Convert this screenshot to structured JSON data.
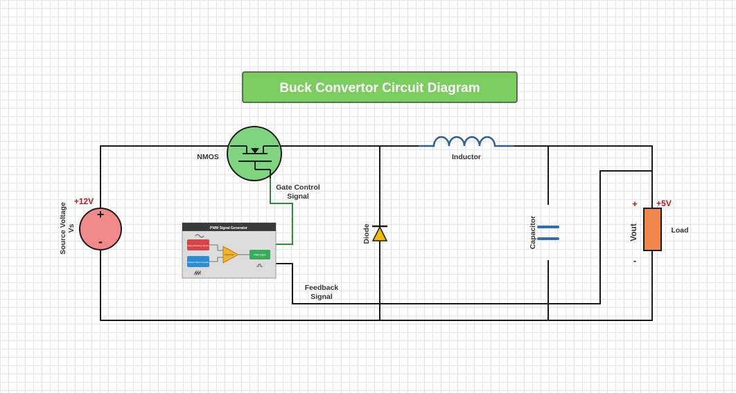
{
  "title": "Buck Convertor Circuit Diagram",
  "colors": {
    "title_bg": "#7ccd60",
    "title_text": "#ffffff",
    "wire": "#1a1a1a",
    "gate_wire": "#2e8b3e",
    "mosfet_fill": "#7fd47f",
    "source_fill": "#f08a8a",
    "inductor": "#2f5f96",
    "capacitor": "#2f6db5",
    "diode_fill": "#f5b800",
    "load_fill": "#f0864a",
    "voltage_label": "#c0171b"
  },
  "source": {
    "voltage": "+12V",
    "label_line1": "Source Voltage",
    "label_line2": "Vs",
    "plus": "+",
    "minus": "-"
  },
  "mosfet": {
    "label": "NMOS"
  },
  "gate": {
    "label_line1": "Gate Control",
    "label_line2": "Signal"
  },
  "feedback": {
    "label_line1": "Feedback",
    "label_line2": "Signal"
  },
  "inductor": {
    "label": "Inductor"
  },
  "diode": {
    "label": "Diode"
  },
  "capacitor": {
    "label": "Capacitor"
  },
  "load": {
    "label": "Load",
    "vout_label": "Vout",
    "voltage": "+5V",
    "plus": "+",
    "minus": "-"
  },
  "pwm": {
    "title": "PWM Signal Generator",
    "block_analog": "Analog Modulating Signal (s)",
    "block_sawtooth": "Sawtooth Wave Generator",
    "block_comparator": "Comparator",
    "block_output": "PWM Signal"
  }
}
